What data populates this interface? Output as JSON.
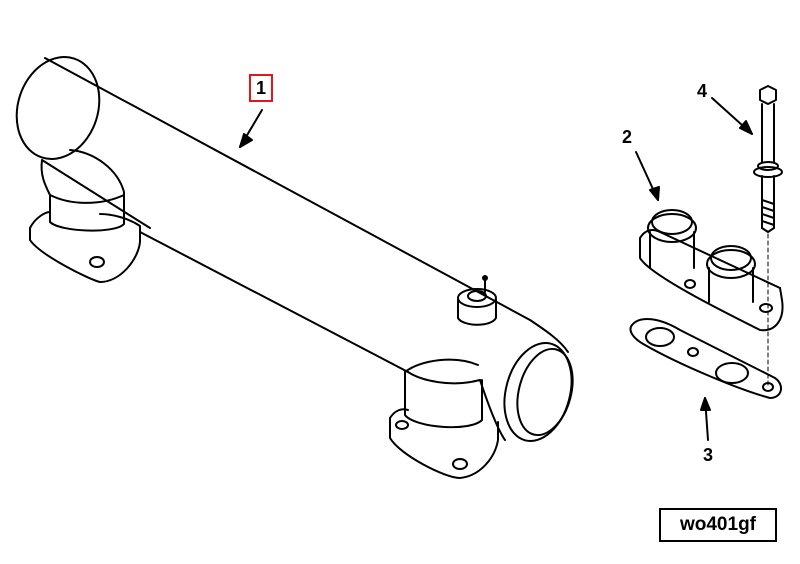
{
  "callouts": {
    "item1": "1",
    "item2": "2",
    "item3": "3",
    "item4": "4"
  },
  "figure_id": "wo401gf",
  "colors": {
    "line": "#000000",
    "highlight_box": "#e01818",
    "background": "#ffffff"
  },
  "parts": [
    {
      "callout": "1",
      "name": "water-outlet-connection"
    },
    {
      "callout": "2",
      "name": "connection-with-sleeves"
    },
    {
      "callout": "3",
      "name": "gasket"
    },
    {
      "callout": "4",
      "name": "capscrew"
    }
  ]
}
